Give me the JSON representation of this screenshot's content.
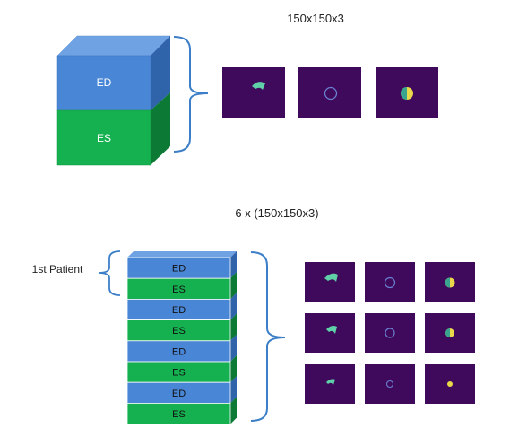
{
  "top": {
    "caption": "150x150x3",
    "cube_labels": [
      "ED",
      "ES"
    ]
  },
  "bottom": {
    "caption": "6 x (150x150x3)",
    "patient_label": "1st Patient",
    "stack_labels": [
      "ED",
      "ES",
      "ED",
      "ES",
      "ED",
      "ES",
      "ED",
      "ES"
    ]
  },
  "colors": {
    "ed_face": "#4a86d6",
    "ed_top": "#6fa2e2",
    "ed_side": "#2f63aa",
    "es_face": "#15b04f",
    "es_side": "#0c7a35",
    "bracket": "#3c7fc8",
    "thumb_bg": "#3f0a5c",
    "ring": "#6a7fcf"
  }
}
